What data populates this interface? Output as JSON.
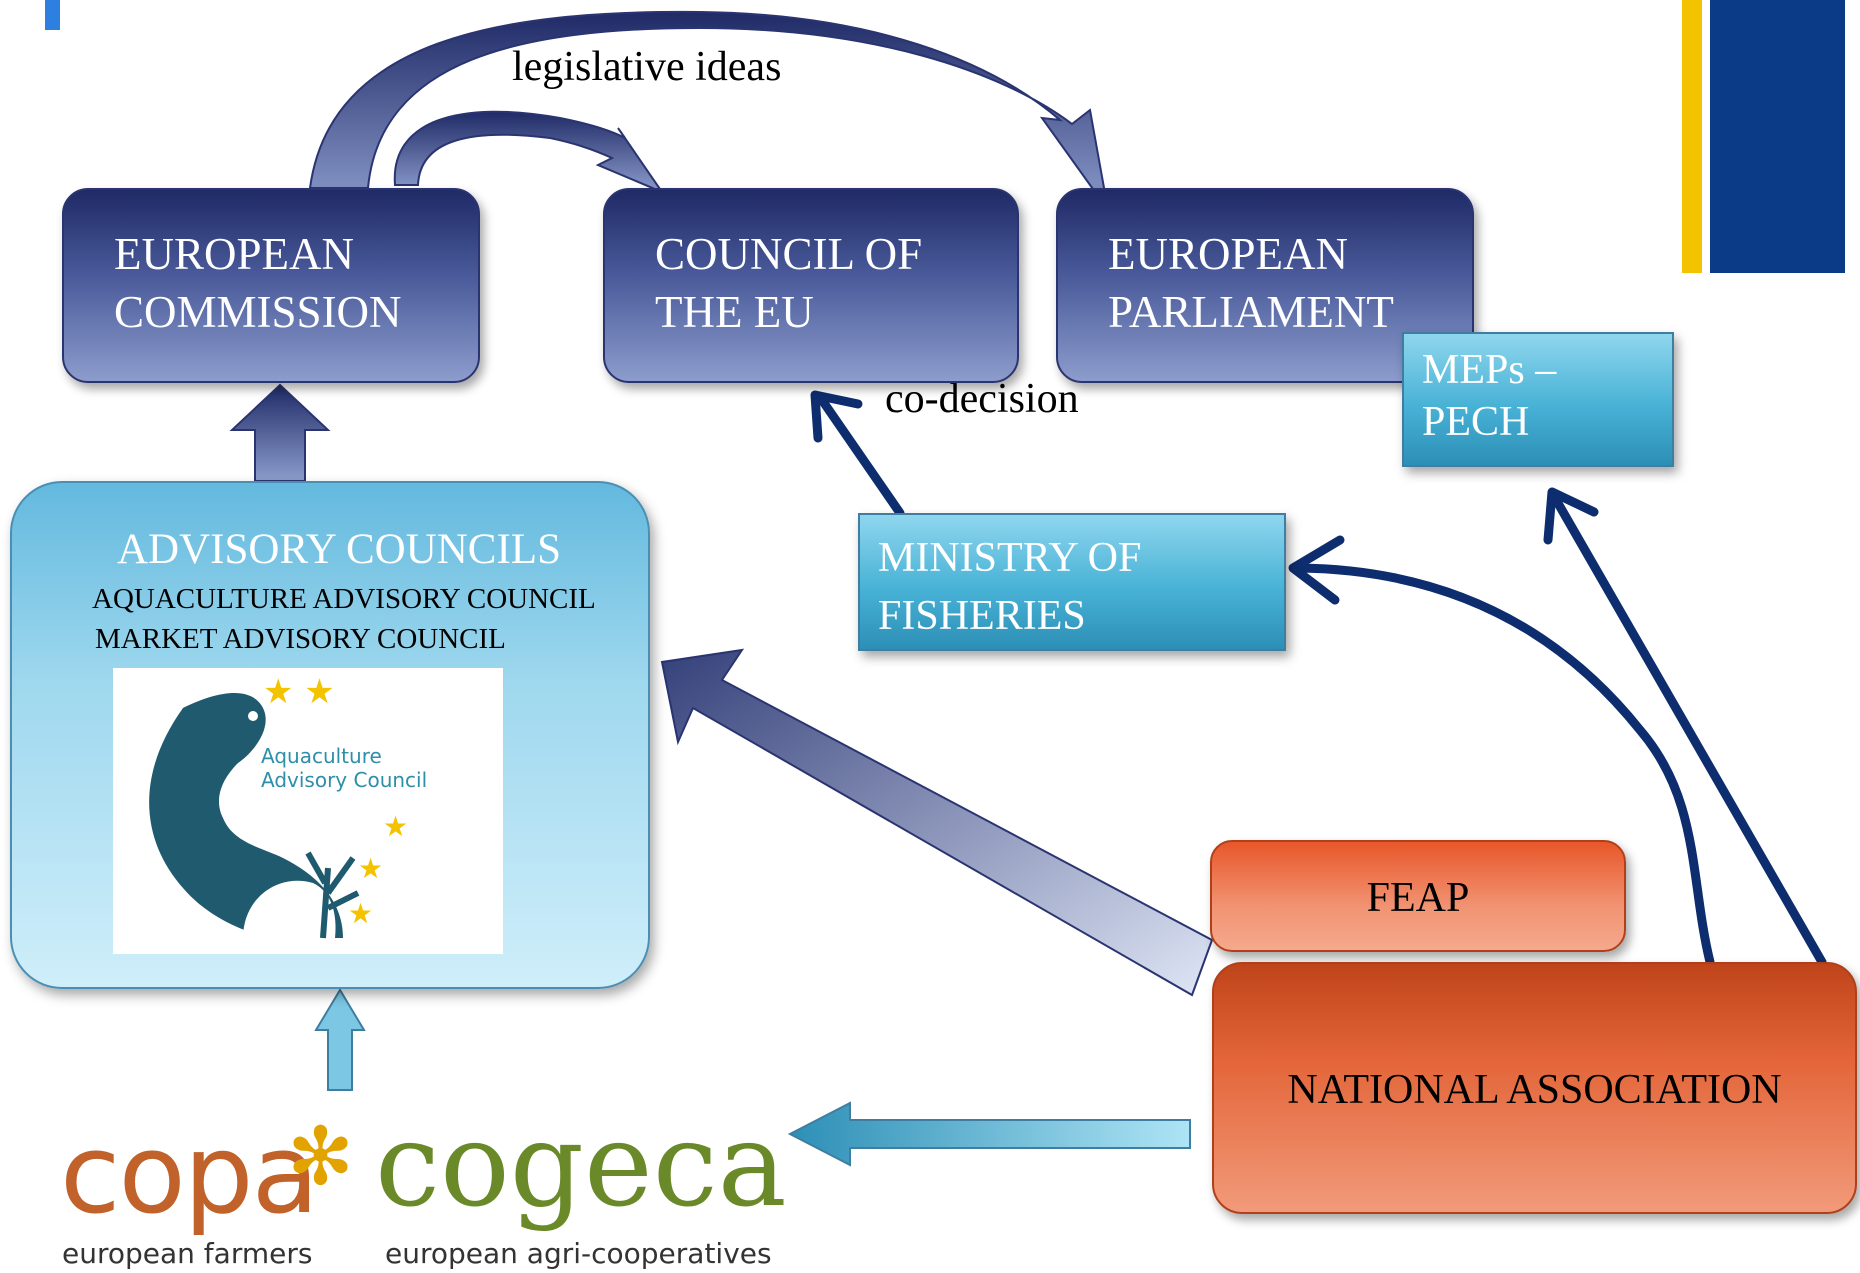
{
  "edges": {
    "legislative_ideas": "legislative ideas",
    "co_decision": "co-decision"
  },
  "nodes": {
    "european_commission": [
      "EUROPEAN",
      "COMMISSION"
    ],
    "council_of_eu": [
      "COUNCIL OF",
      "THE EU"
    ],
    "european_parliament": [
      "EUROPEAN",
      "PARLIAMENT"
    ],
    "meps_pech": [
      "MEPs –",
      "PECH"
    ],
    "ministry_of_fisheries": [
      "MINISTRY OF",
      "FISHERIES"
    ],
    "advisory_councils": {
      "title": "ADVISORY COUNCILS",
      "members": [
        "AQUACULTURE ADVISORY COUNCIL",
        "MARKET ADVISORY COUNCIL"
      ],
      "logo_text": [
        "Aquaculture",
        "Advisory Council"
      ]
    },
    "feap": "FEAP",
    "national_association": "NATIONAL ASSOCIATION",
    "copa_cogeca": {
      "copa": "copa",
      "cogeca": "cogeca",
      "copa_tag": "european farmers",
      "cogeca_tag": "european agri-cooperatives"
    }
  },
  "colors": {
    "eu_dark": "#1f2a66",
    "eu_light": "#8c9ccc",
    "light_blue": "#48b2d6",
    "orange": "#e5562a",
    "arrow_dark": "#0d2d6e",
    "deco_yellow": "#f3c300",
    "deco_blue": "#0b3a86"
  }
}
